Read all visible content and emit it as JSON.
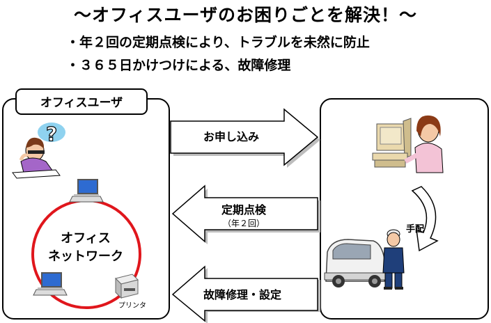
{
  "title": "～オフィスユーザのお困りごとを解決！～",
  "bullets": [
    "・年２回の定期点検により、トラブルを未然に防止",
    "・３６５日かけつけによる、故障修理"
  ],
  "office_panel": {
    "label": "オフィスユーザ",
    "network_line1": "オフィス",
    "network_line2": "ネットワーク",
    "printer_label": "プリンタ"
  },
  "arrows": {
    "apply": "お申し込み",
    "inspection": "定期点検",
    "inspection_sub": "（年２回）",
    "repair": "故障修理・設定"
  },
  "provider_panel": {
    "dispatch_label": "手配"
  },
  "colors": {
    "network_ring": "#e0161c",
    "arrow_fill": "#ffffff",
    "operator_shirt": "#f3c3d6",
    "monitor_beige": "#ead9ad",
    "laptop_screen": "#2e6bd1",
    "technician_uniform": "#1f3f7a"
  },
  "icons": {
    "worried-person": "worried-person-icon",
    "question": "question-mark-icon",
    "operator": "operator-at-computer-icon",
    "laptop": "laptop-icon",
    "printer": "printer-icon",
    "van": "service-van-icon",
    "technician": "technician-icon"
  }
}
